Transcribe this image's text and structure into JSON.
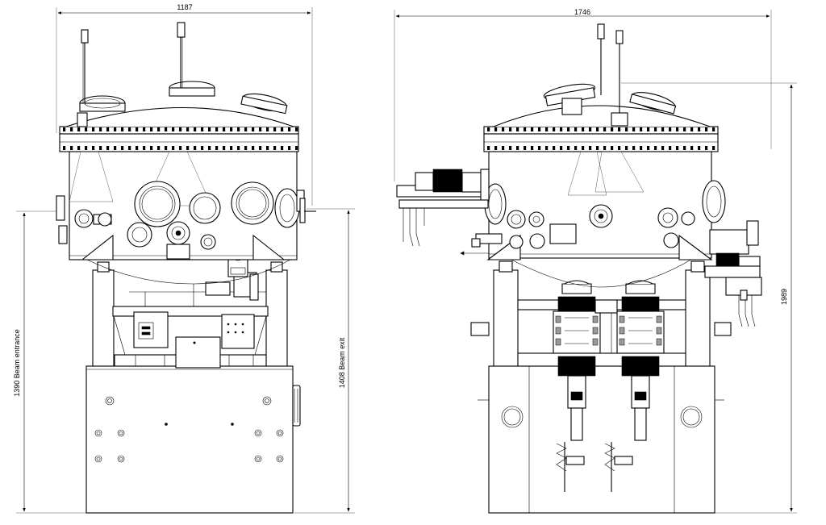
{
  "dimensions": {
    "left_width": "1187",
    "right_width": "1746",
    "beam_entrance": "1390 Beam entrance",
    "beam_exit": "1408 Beam exit",
    "total_height": "1989"
  }
}
